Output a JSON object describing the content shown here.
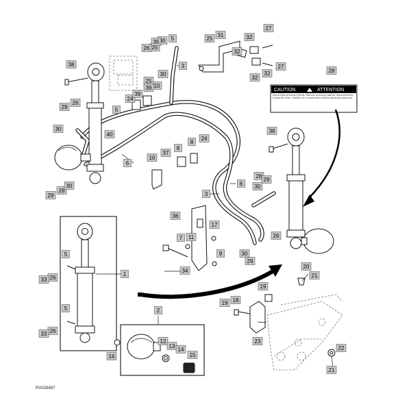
{
  "figure_id": "RX026487",
  "decal": {
    "caption": "CAUTION",
    "attention": "ATTENTION",
    "fine_print": "Avoid high-pressure fluids. Relieve pressure before disconnecting hydraulic lines. Tighten all connections before applying pressure."
  },
  "callouts": [
    {
      "id": "c1",
      "text": "1"
    },
    {
      "id": "c2",
      "text": "2"
    },
    {
      "id": "c3a",
      "text": "3"
    },
    {
      "id": "c3b",
      "text": "3"
    },
    {
      "id": "c5a",
      "text": "5"
    },
    {
      "id": "c5b",
      "text": "5"
    },
    {
      "id": "c5c",
      "text": "5"
    },
    {
      "id": "c5d",
      "text": "5"
    },
    {
      "id": "c6a",
      "text": "6"
    },
    {
      "id": "c6b",
      "text": "6"
    },
    {
      "id": "c7",
      "text": "7"
    },
    {
      "id": "c8a",
      "text": "8"
    },
    {
      "id": "c8b",
      "text": "8"
    },
    {
      "id": "c9",
      "text": "9"
    },
    {
      "id": "c10a",
      "text": "10"
    },
    {
      "id": "c10b",
      "text": "10"
    },
    {
      "id": "c11",
      "text": "11"
    },
    {
      "id": "c12",
      "text": "12"
    },
    {
      "id": "c13",
      "text": "13"
    },
    {
      "id": "c14",
      "text": "14"
    },
    {
      "id": "c15",
      "text": "15"
    },
    {
      "id": "c16",
      "text": "16"
    },
    {
      "id": "c17",
      "text": "17"
    },
    {
      "id": "c18",
      "text": "18"
    },
    {
      "id": "c19a",
      "text": "19"
    },
    {
      "id": "c19b",
      "text": "19"
    },
    {
      "id": "c20",
      "text": "20"
    },
    {
      "id": "c21a",
      "text": "21"
    },
    {
      "id": "c21b",
      "text": "21"
    },
    {
      "id": "c22",
      "text": "22"
    },
    {
      "id": "c23",
      "text": "23"
    },
    {
      "id": "c24a",
      "text": "24"
    },
    {
      "id": "c24b",
      "text": "24"
    },
    {
      "id": "c25a",
      "text": "25"
    },
    {
      "id": "c25b",
      "text": "25"
    },
    {
      "id": "c25c",
      "text": "25"
    },
    {
      "id": "c26a",
      "text": "26"
    },
    {
      "id": "c26b",
      "text": "26"
    },
    {
      "id": "c26c",
      "text": "26"
    },
    {
      "id": "c26d",
      "text": "26"
    },
    {
      "id": "c26e",
      "text": "26"
    },
    {
      "id": "c26f",
      "text": "26"
    },
    {
      "id": "c26g",
      "text": "26"
    },
    {
      "id": "c27a",
      "text": "27"
    },
    {
      "id": "c27b",
      "text": "27"
    },
    {
      "id": "c28",
      "text": "28"
    },
    {
      "id": "c29a",
      "text": "29"
    },
    {
      "id": "c29b",
      "text": "29"
    },
    {
      "id": "c29c",
      "text": "29"
    },
    {
      "id": "c29d",
      "text": "29"
    },
    {
      "id": "c30a",
      "text": "30"
    },
    {
      "id": "c30b",
      "text": "30"
    },
    {
      "id": "c30c",
      "text": "30"
    },
    {
      "id": "c30d",
      "text": "30"
    },
    {
      "id": "c30e",
      "text": "30"
    },
    {
      "id": "c30f",
      "text": "30"
    },
    {
      "id": "c31",
      "text": "31"
    },
    {
      "id": "c32a",
      "text": "32"
    },
    {
      "id": "c32b",
      "text": "32"
    },
    {
      "id": "c32c",
      "text": "32"
    },
    {
      "id": "c32d",
      "text": "32"
    },
    {
      "id": "c33a",
      "text": "33"
    },
    {
      "id": "c33b",
      "text": "33"
    },
    {
      "id": "c34",
      "text": "34"
    },
    {
      "id": "c35",
      "text": "35"
    },
    {
      "id": "c36",
      "text": "36"
    },
    {
      "id": "c37",
      "text": "37"
    },
    {
      "id": "c38a",
      "text": "38"
    },
    {
      "id": "c38b",
      "text": "38"
    },
    {
      "id": "c39a",
      "text": "39"
    },
    {
      "id": "c39b",
      "text": "39"
    },
    {
      "id": "c40",
      "text": "40"
    },
    {
      "id": "c5e",
      "text": "5"
    }
  ]
}
